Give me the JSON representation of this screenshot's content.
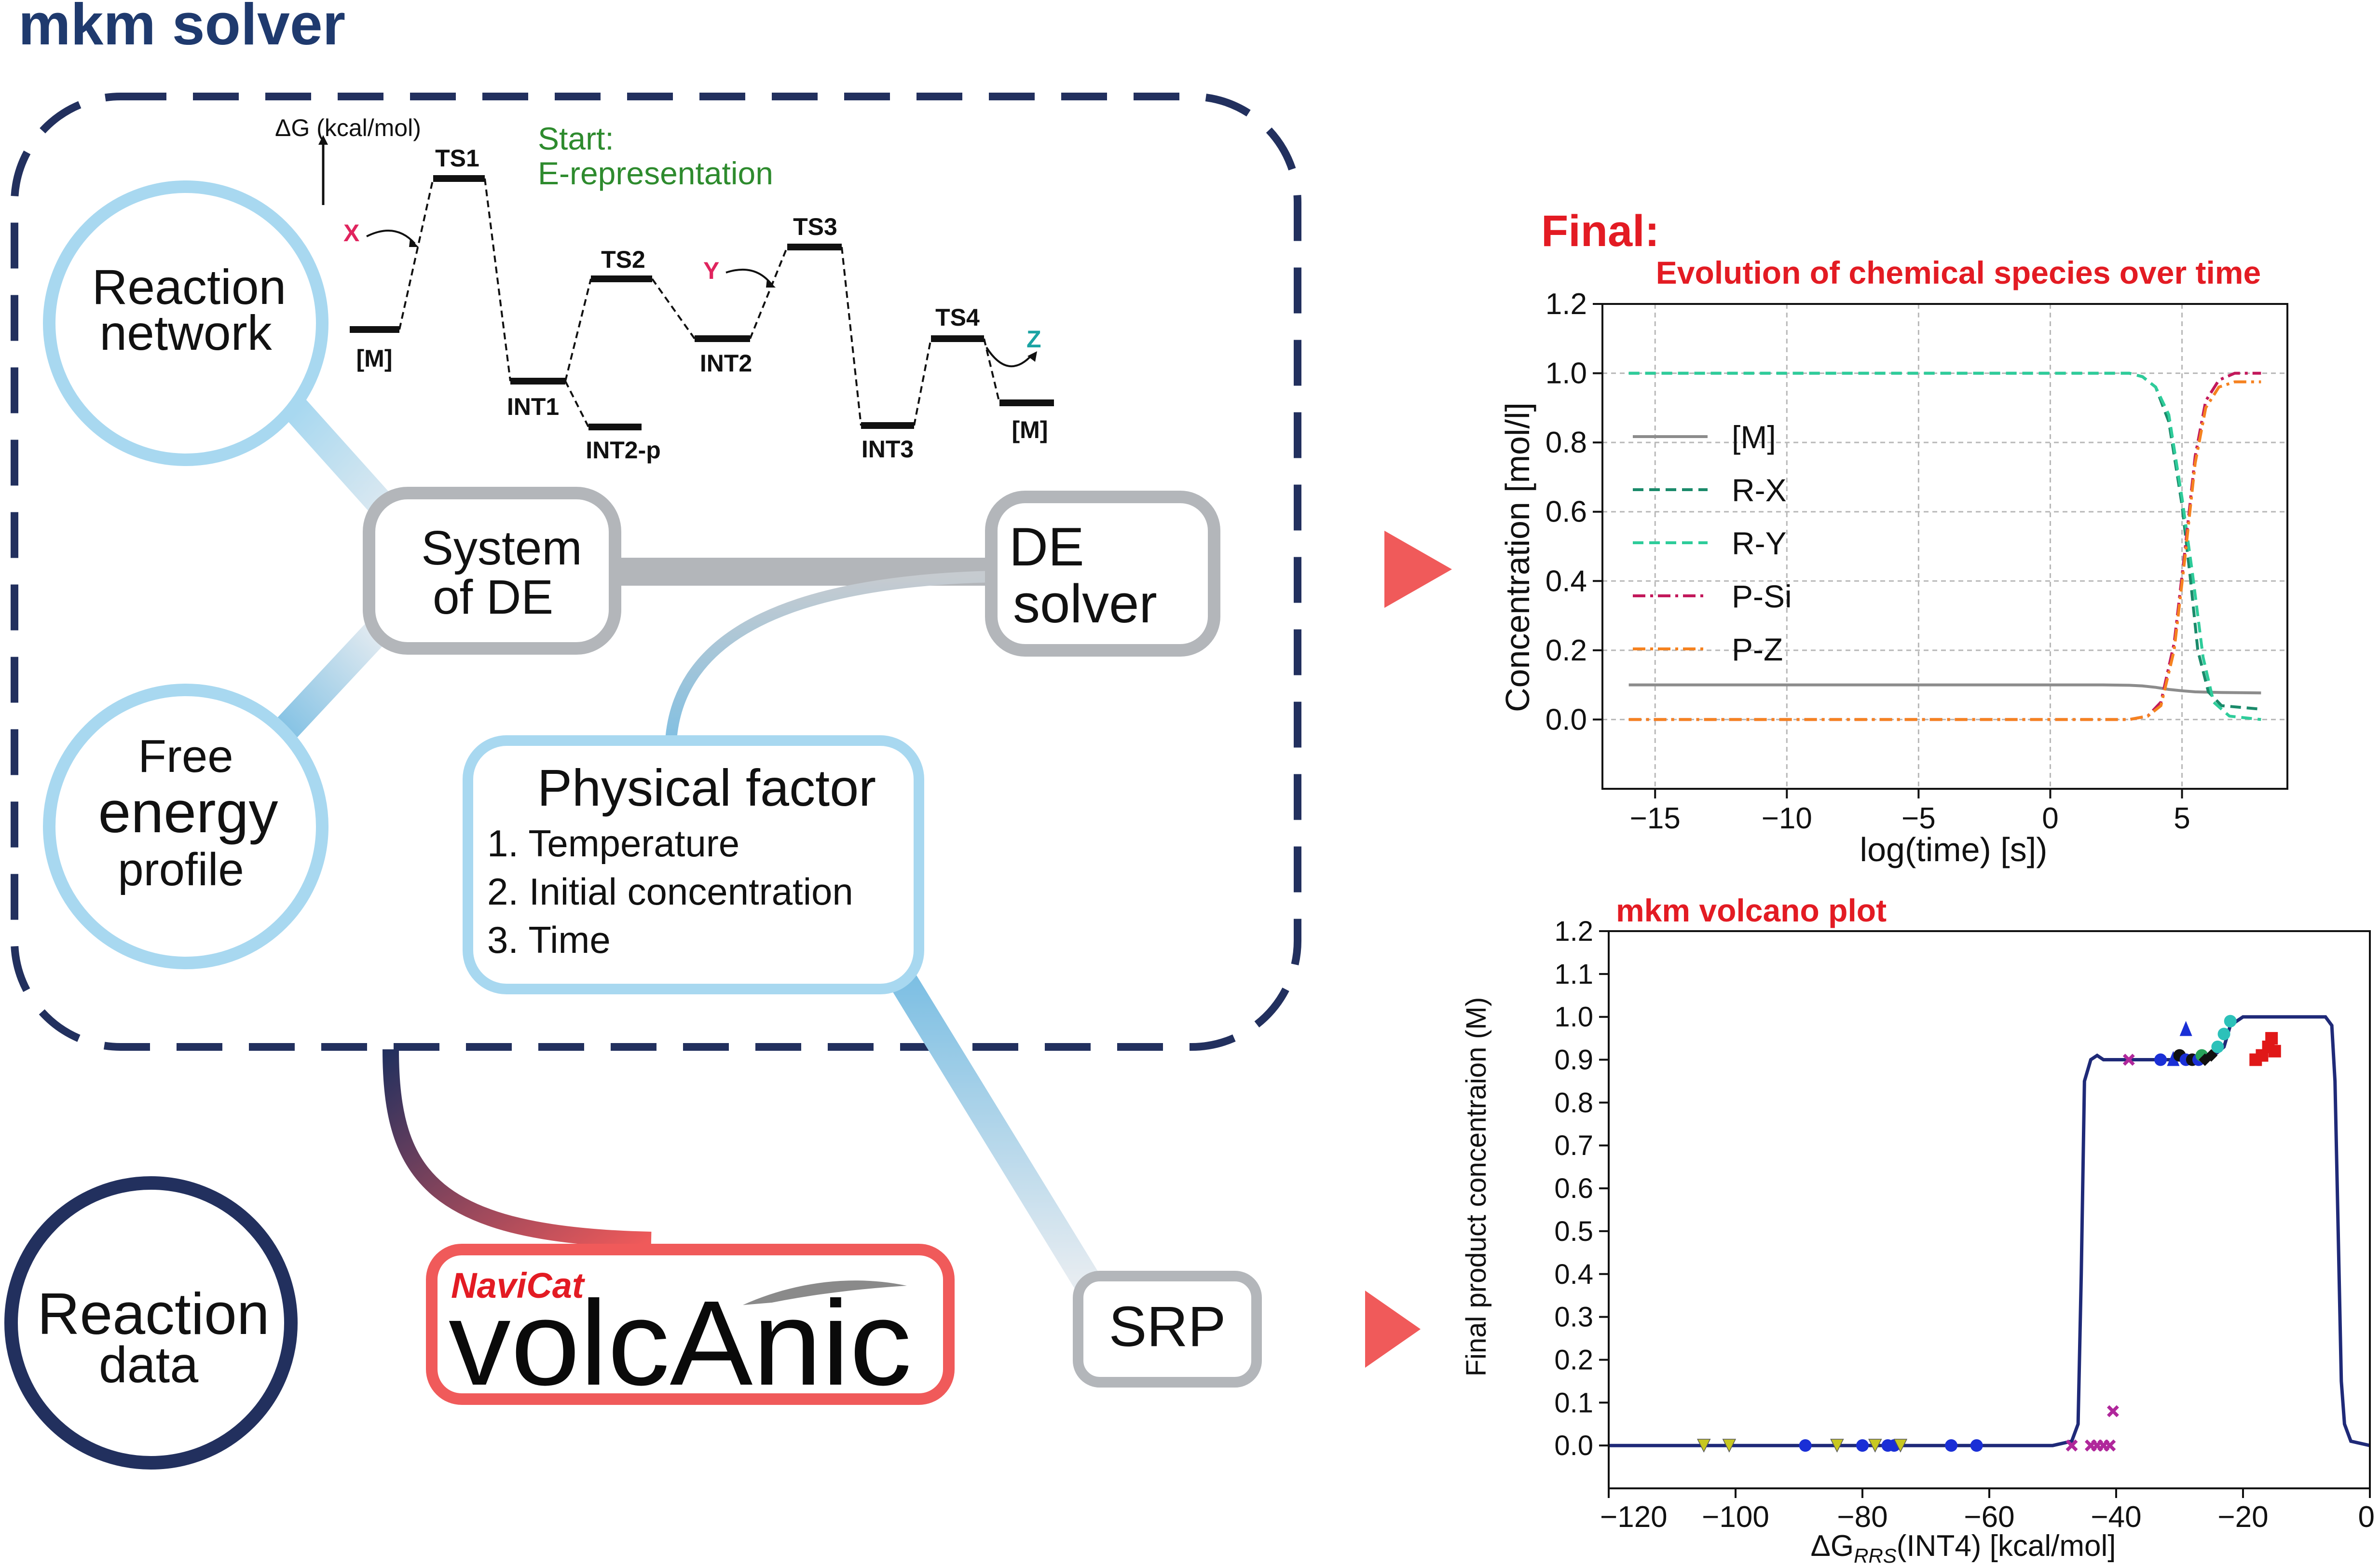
{
  "title": "mkm solver",
  "colors": {
    "navy": "#1f3a6e",
    "dark_navy": "#22305e",
    "light_blue": "#a8d8f0",
    "mid_blue": "#7dbfe3",
    "gray": "#b3b6ba",
    "red": "#f05a5a",
    "green": "#2e8b2e",
    "magenta": "#e0245e",
    "teal": "#1aa3a3"
  },
  "energy_profile": {
    "axis_label": "ΔG  (kcal/mol)",
    "start_label": [
      "Start:",
      "E-representation"
    ],
    "levels": [
      "[M]",
      "TS1",
      "INT1",
      "INT2-p",
      "TS2",
      "INT2",
      "TS3",
      "INT3",
      "TS4",
      "[M]"
    ],
    "species": {
      "x": "X",
      "y": "Y",
      "z": "Z"
    }
  },
  "nodes": {
    "reaction_network": [
      "Reaction",
      "network"
    ],
    "free_energy_profile": [
      "Free",
      "energy",
      "profile"
    ],
    "system_of_de": [
      "System",
      "of DE"
    ],
    "de_solver": [
      "DE",
      "solver"
    ],
    "physical_factor": {
      "title": "Physical factor",
      "items": [
        "1. Temperature",
        "2. Initial concentration",
        "3. Time"
      ]
    },
    "reaction_data": [
      "Reaction",
      "data"
    ],
    "volcanic_brand": "NaviCat",
    "volcanic_logo": "volcAnic",
    "srp": "SRP"
  },
  "final_label": "Final:",
  "chart_data": [
    {
      "type": "line",
      "title": "Evolution of chemical species over time",
      "xlabel": "log(time) [s])",
      "ylabel": "Concentration [mol/l]",
      "xlim": [
        -17,
        9
      ],
      "ylim": [
        -0.2,
        1.2
      ],
      "xticks": [
        -15,
        -10,
        -5,
        0,
        5
      ],
      "xtick_labels": [
        "−15",
        "−10",
        "−5",
        "0",
        "5"
      ],
      "yticks": [
        0.0,
        0.2,
        0.4,
        0.6,
        0.8,
        1.0,
        1.2
      ],
      "ytick_labels": [
        "0.0",
        "0.2",
        "0.4",
        "0.6",
        "0.8",
        "1.0",
        "1.2"
      ],
      "grid": true,
      "legend": "center-left",
      "series": [
        {
          "name": "[M]",
          "color": "#8c8c8c",
          "dash": "solid",
          "points": [
            [
              -16,
              0.1
            ],
            [
              2,
              0.1
            ],
            [
              3,
              0.099
            ],
            [
              3.5,
              0.097
            ],
            [
              4,
              0.093
            ],
            [
              4.5,
              0.087
            ],
            [
              5,
              0.083
            ],
            [
              5.5,
              0.08
            ],
            [
              6.5,
              0.078
            ],
            [
              8,
              0.077
            ]
          ]
        },
        {
          "name": "R-X",
          "color": "#1a8a6a",
          "dash": "dashed",
          "points": [
            [
              -16,
              1.0
            ],
            [
              3,
              1.0
            ],
            [
              3.5,
              0.99
            ],
            [
              4,
              0.96
            ],
            [
              4.5,
              0.86
            ],
            [
              5,
              0.62
            ],
            [
              5.3,
              0.42
            ],
            [
              5.6,
              0.2
            ],
            [
              6,
              0.08
            ],
            [
              6.5,
              0.04
            ],
            [
              8,
              0.03
            ]
          ]
        },
        {
          "name": "R-Y",
          "color": "#2ecc9a",
          "dash": "dashed",
          "points": [
            [
              -16,
              1.0
            ],
            [
              3,
              1.0
            ],
            [
              3.5,
              0.99
            ],
            [
              4,
              0.96
            ],
            [
              4.5,
              0.88
            ],
            [
              5,
              0.64
            ],
            [
              5.4,
              0.42
            ],
            [
              5.8,
              0.18
            ],
            [
              6.2,
              0.05
            ],
            [
              6.8,
              0.01
            ],
            [
              8,
              0.0
            ]
          ]
        },
        {
          "name": "P-Si",
          "color": "#c2185b",
          "dash": "dashdot",
          "points": [
            [
              -16,
              0.0
            ],
            [
              3,
              0.0
            ],
            [
              3.7,
              0.01
            ],
            [
              4.2,
              0.05
            ],
            [
              4.7,
              0.22
            ],
            [
              5.1,
              0.48
            ],
            [
              5.5,
              0.76
            ],
            [
              5.9,
              0.92
            ],
            [
              6.4,
              0.98
            ],
            [
              7,
              1.0
            ],
            [
              8,
              1.0
            ]
          ]
        },
        {
          "name": "P-Z",
          "color": "#f58220",
          "dash": "dashdot",
          "points": [
            [
              -16,
              0.0
            ],
            [
              3,
              0.0
            ],
            [
              3.7,
              0.01
            ],
            [
              4.2,
              0.04
            ],
            [
              4.7,
              0.2
            ],
            [
              5.1,
              0.46
            ],
            [
              5.5,
              0.74
            ],
            [
              5.9,
              0.9
            ],
            [
              6.4,
              0.96
            ],
            [
              7,
              0.975
            ],
            [
              8,
              0.975
            ]
          ]
        }
      ]
    },
    {
      "type": "scatter",
      "title": "mkm volcano plot",
      "xlabel": "ΔG",
      "xlabel_sub": "RRS",
      "xlabel_rest": "(INT4) [kcal/mol]",
      "ylabel": "Final product concentraion (M)",
      "xlim": [
        -120,
        0
      ],
      "ylim": [
        -0.1,
        1.2
      ],
      "xticks": [
        -120,
        -100,
        -80,
        -60,
        -40,
        -20,
        0
      ],
      "xtick_labels": [
        "−120",
        "−100",
        "−80",
        "−60",
        "−40",
        "−20",
        "0"
      ],
      "yticks": [
        0.0,
        0.1,
        0.2,
        0.3,
        0.4,
        0.5,
        0.6,
        0.7,
        0.8,
        0.9,
        1.0,
        1.1,
        1.2
      ],
      "ytick_labels": [
        "0.0",
        "0.1",
        "0.2",
        "0.3",
        "0.4",
        "0.5",
        "0.6",
        "0.7",
        "0.8",
        "0.9",
        "1.0",
        "1.1",
        "1.2"
      ],
      "grid": false,
      "volcano_line": {
        "color": "#1f2a78",
        "points": [
          [
            -120,
            0.0
          ],
          [
            -50,
            0.0
          ],
          [
            -47,
            0.01
          ],
          [
            -46,
            0.05
          ],
          [
            -45.5,
            0.4
          ],
          [
            -45,
            0.85
          ],
          [
            -44,
            0.9
          ],
          [
            -43,
            0.91
          ],
          [
            -42,
            0.9
          ],
          [
            -30,
            0.9
          ],
          [
            -25,
            0.905
          ],
          [
            -23,
            0.93
          ],
          [
            -22,
            0.98
          ],
          [
            -20,
            1.0
          ],
          [
            -7,
            1.0
          ],
          [
            -6,
            0.98
          ],
          [
            -5.5,
            0.85
          ],
          [
            -5,
            0.5
          ],
          [
            -4.5,
            0.15
          ],
          [
            -4,
            0.05
          ],
          [
            -3,
            0.01
          ],
          [
            0,
            0.0
          ]
        ]
      },
      "points": [
        {
          "x": -105,
          "y": 0.0,
          "marker": "tri-down",
          "color": "#c8c820"
        },
        {
          "x": -101,
          "y": 0.0,
          "marker": "tri-down",
          "color": "#c8c820"
        },
        {
          "x": -89,
          "y": 0.0,
          "marker": "circle",
          "color": "#1a2fd6"
        },
        {
          "x": -84,
          "y": 0.0,
          "marker": "tri-down",
          "color": "#c8c820"
        },
        {
          "x": -80,
          "y": 0.0,
          "marker": "circle",
          "color": "#1a2fd6"
        },
        {
          "x": -78,
          "y": 0.0,
          "marker": "tri-down",
          "color": "#c8c820"
        },
        {
          "x": -76,
          "y": 0.0,
          "marker": "circle",
          "color": "#1a2fd6"
        },
        {
          "x": -75,
          "y": 0.0,
          "marker": "circle",
          "color": "#1a2fd6"
        },
        {
          "x": -74,
          "y": 0.0,
          "marker": "tri-down",
          "color": "#c8c820"
        },
        {
          "x": -66,
          "y": 0.0,
          "marker": "circle",
          "color": "#1a2fd6"
        },
        {
          "x": -62,
          "y": 0.0,
          "marker": "circle",
          "color": "#1a2fd6"
        },
        {
          "x": -47,
          "y": 0.0,
          "marker": "x",
          "color": "#b0279b"
        },
        {
          "x": -44,
          "y": 0.0,
          "marker": "x",
          "color": "#b0279b"
        },
        {
          "x": -43,
          "y": 0.0,
          "marker": "x",
          "color": "#b0279b"
        },
        {
          "x": -42,
          "y": 0.0,
          "marker": "x",
          "color": "#b0279b"
        },
        {
          "x": -41,
          "y": 0.0,
          "marker": "x",
          "color": "#b0279b"
        },
        {
          "x": -40.5,
          "y": 0.08,
          "marker": "x",
          "color": "#b0279b"
        },
        {
          "x": -38,
          "y": 0.9,
          "marker": "x",
          "color": "#b0279b"
        },
        {
          "x": -33,
          "y": 0.9,
          "marker": "circle",
          "color": "#1a2fd6"
        },
        {
          "x": -31,
          "y": 0.9,
          "marker": "tri-up",
          "color": "#1a2fd6"
        },
        {
          "x": -30,
          "y": 0.91,
          "marker": "circle",
          "color": "#111111"
        },
        {
          "x": -29,
          "y": 0.97,
          "marker": "tri-up",
          "color": "#1a2fd6"
        },
        {
          "x": -29,
          "y": 0.9,
          "marker": "circle",
          "color": "#1a2fd6"
        },
        {
          "x": -28,
          "y": 0.9,
          "marker": "circle",
          "color": "#111111"
        },
        {
          "x": -27,
          "y": 0.9,
          "marker": "circle",
          "color": "#1a2fd6"
        },
        {
          "x": -26.5,
          "y": 0.91,
          "marker": "circle",
          "color": "#27a35a"
        },
        {
          "x": -26,
          "y": 0.9,
          "marker": "diamond",
          "color": "#111111"
        },
        {
          "x": -25,
          "y": 0.91,
          "marker": "diamond",
          "color": "#111111"
        },
        {
          "x": -24,
          "y": 0.93,
          "marker": "circle",
          "color": "#2cc1b9"
        },
        {
          "x": -23,
          "y": 0.96,
          "marker": "circle",
          "color": "#2cc1b9"
        },
        {
          "x": -22,
          "y": 0.99,
          "marker": "circle",
          "color": "#2cc1b9"
        },
        {
          "x": -18,
          "y": 0.9,
          "marker": "square",
          "color": "#e01818"
        },
        {
          "x": -17,
          "y": 0.91,
          "marker": "square",
          "color": "#e01818"
        },
        {
          "x": -16,
          "y": 0.93,
          "marker": "square",
          "color": "#e01818"
        },
        {
          "x": -15.5,
          "y": 0.95,
          "marker": "square",
          "color": "#e01818"
        },
        {
          "x": -15,
          "y": 0.92,
          "marker": "square",
          "color": "#e01818"
        }
      ]
    }
  ]
}
